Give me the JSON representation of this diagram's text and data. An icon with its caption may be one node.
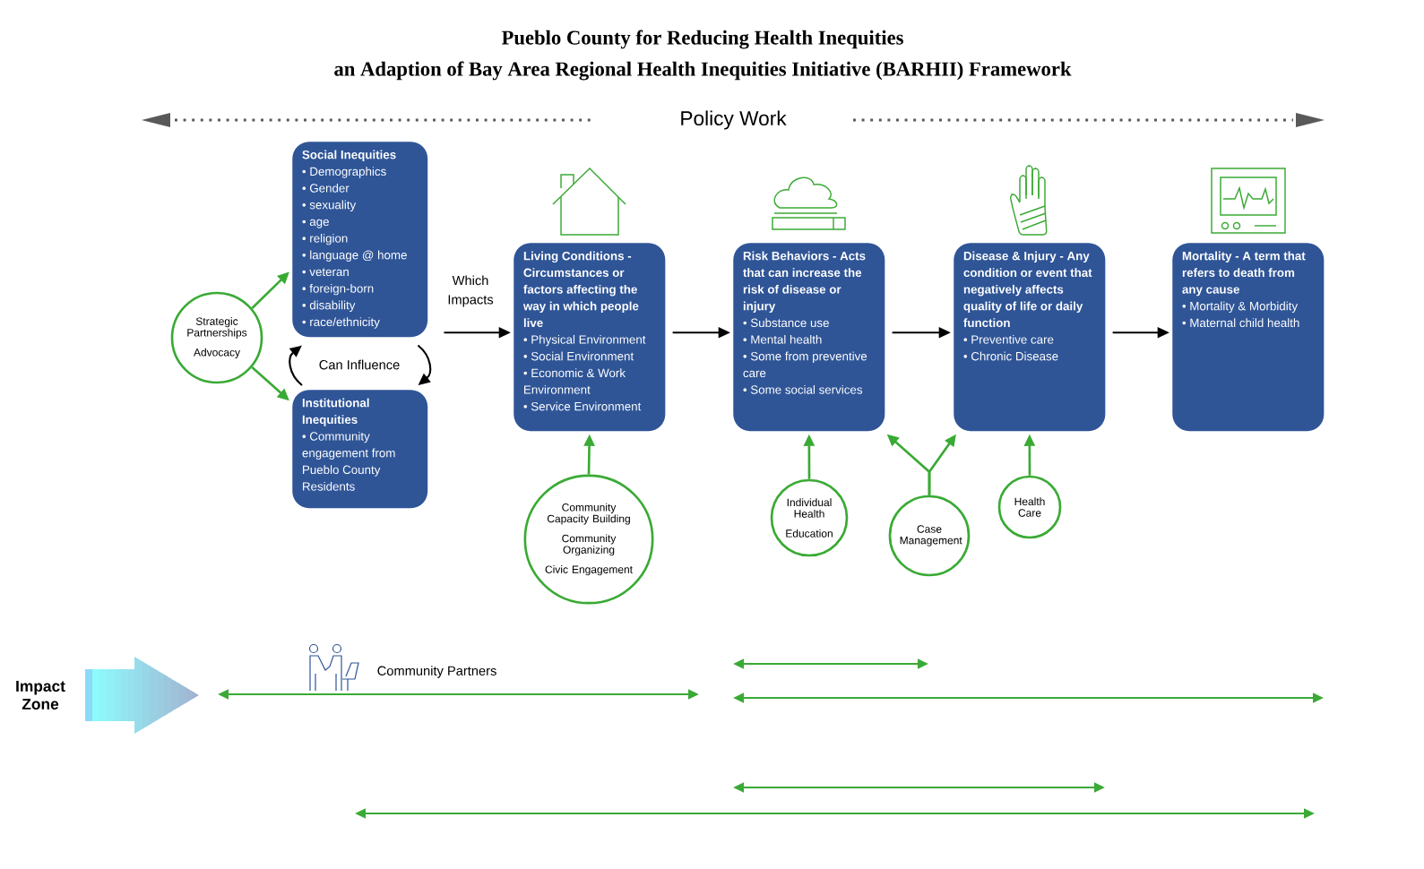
{
  "diagram": {
    "title": "Pueblo County for Reducing Health Inequities",
    "nodes": [
      {
        "text": [
          "Social Inequities",
          "• Demographics",
          "• Gender",
          "• sexuality",
          "• age",
          "• religion",
          "• language @ home",
          "• veteran",
          "• foreign-born",
          "• disability",
          "• race/ethnicity"
        ]
      },
      {
        "text": [
          "Institutional Inequities",
          "• Community engagement from Pueblo County Residents"
        ]
      },
      {
        "text": [
          "Strategic Partnerships",
          "Advocacy"
        ]
      },
      {
        "text": [
          "Living Conditions - Circumstances or factors affecting the way in which people live",
          "• Physical Environment",
          "• Social Environment",
          "• Economic & Work Environment",
          "• Service Environment"
        ]
      },
      {
        "text": [
          "Risk Behaviors - Acts that can increase the risk of disease or injury",
          "• Substance use",
          "• Mental health",
          "• Some from preventive care",
          "• Some social services"
        ]
      },
      {
        "text": [
          "Disease & Injury - Any condition or event that negatively affects quality of life or daily function",
          "• Preventive care",
          "• Chronic Disease"
        ]
      },
      {
        "text": [
          "Mortality - A term that refers to death from any cause",
          "• Mortality & Morbidity",
          "• Maternal child health"
        ]
      },
      {
        "text": [
          "Community Capacity Building",
          "Community Organizing",
          "Civic Engagement"
        ]
      },
      {
        "text": [
          "Individual Health",
          "Education"
        ]
      },
      {
        "text": [
          "Case Management"
        ]
      },
      {
        "text": [
          "Health Care"
        ]
      }
    ],
    "edges": [
      {
        "from": 2,
        "to": 0,
        "arrow": "to"
      },
      {
        "from": 2,
        "to": 1,
        "arrow": "to"
      },
      {
        "from": 1,
        "to": 0,
        "arrow": "to",
        "color": "#000000"
      },
      {
        "from": 0,
        "to": 1,
        "arrow": "to",
        "color": "#000000"
      },
      {
        "from": 0,
        "to": 3,
        "arrow": "to",
        "label": "Which Impacts",
        "color": "#000000"
      },
      {
        "from": 3,
        "to": 4,
        "arrow": "to",
        "color": "#000000"
      },
      {
        "from": 4,
        "to": 5,
        "arrow": "to",
        "color": "#000000"
      },
      {
        "from": 5,
        "to": 6,
        "arrow": "to",
        "color": "#000000"
      },
      {
        "from": 7,
        "to": 3,
        "arrow": "to"
      },
      {
        "from": 8,
        "to": 4,
        "arrow": "to"
      },
      {
        "from": 9,
        "to": 4,
        "arrow": "to"
      },
      {
        "from": 9,
        "to": 5,
        "arrow": "to"
      },
      {
        "from": 10,
        "to": 5,
        "arrow": "to"
      }
    ],
    "labels": [
      "an Adaption of Bay Area Regional Health Inequities Initiative (BARHII) Framework",
      "Policy Work",
      "Can Influence",
      "Impact Zone",
      "Community Partners"
    ]
  }
}
